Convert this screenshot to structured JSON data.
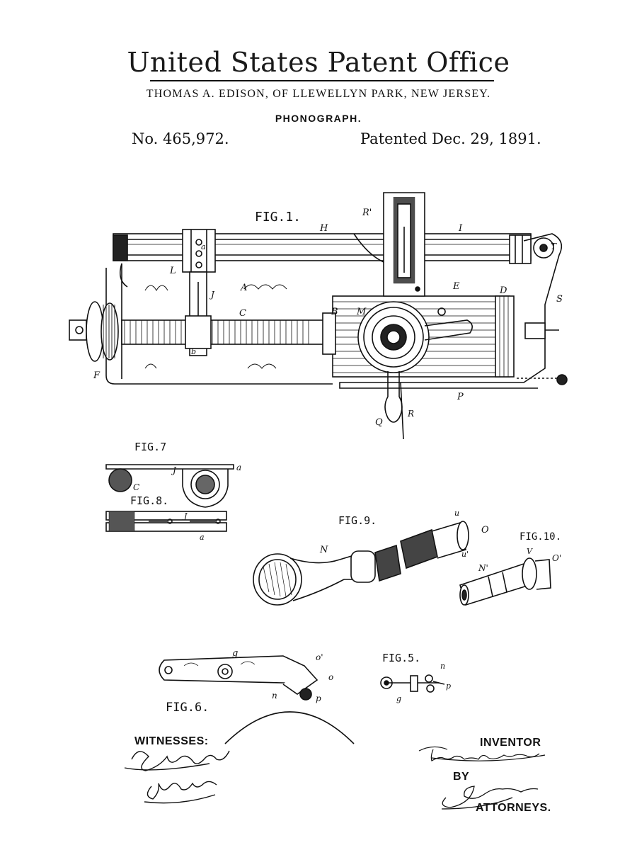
{
  "header": {
    "office": "United States Patent Office",
    "inventor_line": "THOMAS A. EDISON, OF LLEWELLYN PARK, NEW JERSEY.",
    "subject": "PHONOGRAPH.",
    "patent_no": "No. 465,972.",
    "patented": "Patented Dec. 29, 1891."
  },
  "figures": {
    "fig1": "FIG.1.",
    "fig5": "FIG.5.",
    "fig6": "FIG.6.",
    "fig7": "FIG.7",
    "fig8": "FIG.8.",
    "fig9": "FIG.9.",
    "fig10": "FIG.10."
  },
  "labels": {
    "H": "H",
    "I": "I",
    "R1": "R'",
    "L": "L",
    "A": "A",
    "C": "C",
    "J": "J",
    "B": "B",
    "M": "M",
    "E": "E",
    "D": "D",
    "S": "S",
    "T": "T",
    "F": "F",
    "P": "P",
    "Q": "Q",
    "R": "R",
    "a": "a",
    "b": "b",
    "N": "N",
    "O": "O",
    "N1": "N'",
    "O1": "O'",
    "u": "u",
    "u1": "u'",
    "g": "g",
    "o1": "o'",
    "o": "o",
    "n": "n",
    "p": "p",
    "V": "V"
  },
  "signatures": {
    "witnesses_label": "WITNESSES:",
    "inventor_label": "INVENTOR",
    "by_label": "BY",
    "attorneys_label": "ATTORNEYS."
  },
  "colors": {
    "ink": "#111111",
    "paper": "#ffffff"
  }
}
